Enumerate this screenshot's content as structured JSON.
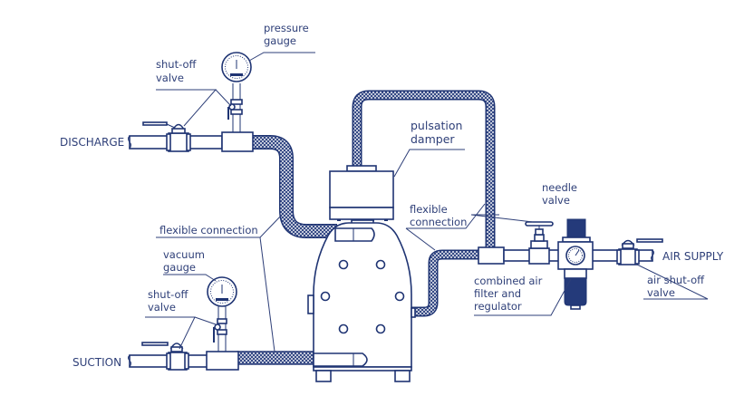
{
  "diagram": {
    "title": "Pump installation diagram",
    "line_color": "#1f3473",
    "text_color": "#2e3f78",
    "background": "#ffffff",
    "labels": {
      "discharge": "DISCHARGE",
      "suction": "SUCTION",
      "air_supply": "AIR SUPPLY",
      "pressure_gauge": [
        "pressure",
        "gauge"
      ],
      "shutoff_valve_top": [
        "shut-off",
        "valve"
      ],
      "shutoff_valve_bottom": [
        "shut-off",
        "valve"
      ],
      "vacuum_gauge": [
        "vacuum",
        "gauge"
      ],
      "flexible_connection_left": "flexible connection",
      "flexible_connection_right": [
        "flexible",
        "connection"
      ],
      "pulsation_damper": [
        "pulsation",
        "damper"
      ],
      "needle_valve": [
        "needle",
        "valve"
      ],
      "combined_filter": [
        "combined air",
        "filter and",
        "regulator"
      ],
      "air_shutoff_valve": [
        "air shut-off",
        "valve"
      ]
    },
    "components": [
      {
        "id": "discharge-line",
        "label": "DISCHARGE"
      },
      {
        "id": "suction-line",
        "label": "SUCTION"
      },
      {
        "id": "pressure-gauge",
        "label": "pressure gauge"
      },
      {
        "id": "vacuum-gauge",
        "label": "vacuum gauge"
      },
      {
        "id": "pulsation-damper",
        "label": "pulsation damper"
      },
      {
        "id": "air-operated-pump",
        "label": ""
      },
      {
        "id": "needle-valve",
        "label": "needle valve"
      },
      {
        "id": "air-filter-regulator",
        "label": "combined air filter and regulator"
      },
      {
        "id": "air-shutoff-valve",
        "label": "air shut-off valve"
      }
    ]
  }
}
